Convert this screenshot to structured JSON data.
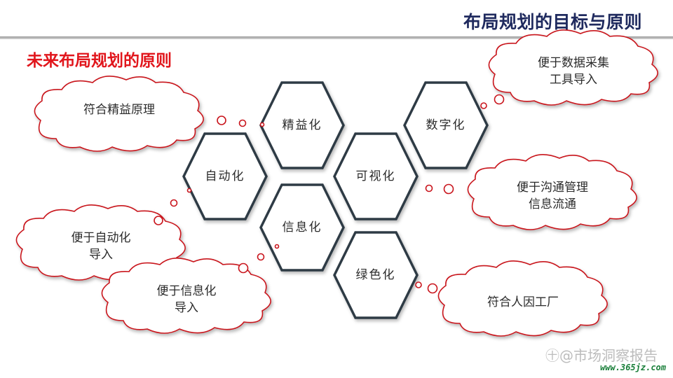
{
  "header": {
    "title": "布局规划的目标与原则"
  },
  "section": {
    "title": "未来布局规划的原则"
  },
  "hexagons": {
    "lean": "精益化",
    "digital": "数字化",
    "auto": "自动化",
    "visual": "可视化",
    "info": "信息化",
    "green": "绿色化"
  },
  "clouds": {
    "lean_line1": "符合精益原理",
    "digital_line1": "便于数据采集",
    "digital_line2": "工具导入",
    "visual_line1": "便于沟通管理",
    "visual_line2": "信息流通",
    "auto_line1": "便于自动化",
    "auto_line2": "导入",
    "info_line1": "便于信息化",
    "info_line2": "导入",
    "green_line1": "符合人因工厂"
  },
  "watermark": {
    "text": "㊉@市场洞察报告",
    "url": "www.365jz.com"
  },
  "colors": {
    "hex_stroke": "#2f3a44",
    "cloud_stroke": "#c9141c",
    "title_red": "#e1161c",
    "title_navy": "#1f2a5e"
  }
}
